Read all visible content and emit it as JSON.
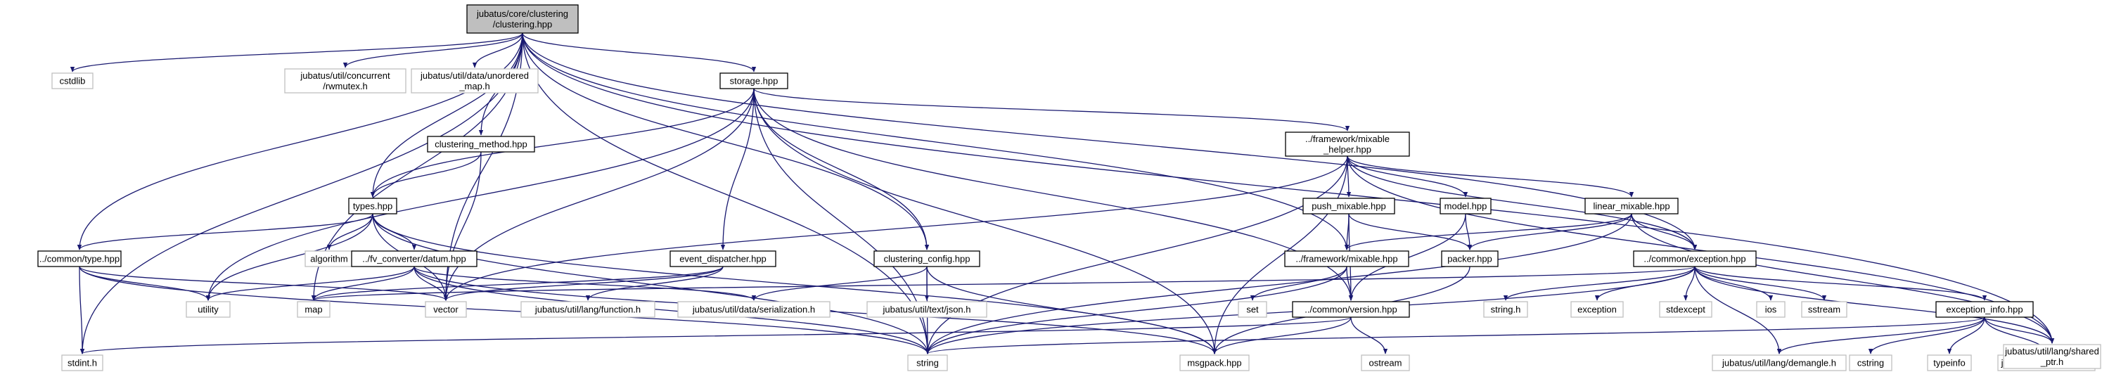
{
  "graph": {
    "colors": {
      "edge": "#191970",
      "root_fill": "#bfbfbf",
      "file_border": "#000000",
      "external_border": "#bfbfbf",
      "label": "#000000"
    },
    "nodes": [
      {
        "id": "root",
        "kind": "root",
        "lines": [
          "jubatus/core/clustering",
          "/clustering.hpp"
        ]
      },
      {
        "id": "cstdlib",
        "kind": "external",
        "lines": [
          "cstdlib"
        ]
      },
      {
        "id": "rwmutex",
        "kind": "external",
        "lines": [
          "jubatus/util/concurrent",
          "/rwmutex.h"
        ]
      },
      {
        "id": "unordered_map",
        "kind": "external",
        "lines": [
          "jubatus/util/data/unordered",
          "_map.h"
        ]
      },
      {
        "id": "storage",
        "kind": "file",
        "lines": [
          "storage.hpp"
        ]
      },
      {
        "id": "clustering_method",
        "kind": "file",
        "lines": [
          "clustering_method.hpp"
        ]
      },
      {
        "id": "types",
        "kind": "file",
        "lines": [
          "types.hpp"
        ]
      },
      {
        "id": "common_type",
        "kind": "file",
        "lines": [
          "../common/type.hpp"
        ]
      },
      {
        "id": "algorithm",
        "kind": "external",
        "lines": [
          "algorithm"
        ]
      },
      {
        "id": "datum",
        "kind": "file",
        "lines": [
          "../fv_converter/datum.hpp"
        ]
      },
      {
        "id": "event_dispatcher",
        "kind": "file",
        "lines": [
          "event_dispatcher.hpp"
        ]
      },
      {
        "id": "clustering_config",
        "kind": "file",
        "lines": [
          "clustering_config.hpp"
        ]
      },
      {
        "id": "mixable_helper",
        "kind": "file",
        "lines": [
          "../framework/mixable",
          "_helper.hpp"
        ]
      },
      {
        "id": "push_mixable",
        "kind": "file",
        "lines": [
          "push_mixable.hpp"
        ]
      },
      {
        "id": "model",
        "kind": "file",
        "lines": [
          "model.hpp"
        ]
      },
      {
        "id": "linear_mixable",
        "kind": "file",
        "lines": [
          "linear_mixable.hpp"
        ]
      },
      {
        "id": "framework_mixable",
        "kind": "file",
        "lines": [
          "../framework/mixable.hpp"
        ]
      },
      {
        "id": "packer",
        "kind": "file",
        "lines": [
          "packer.hpp"
        ]
      },
      {
        "id": "common_exception",
        "kind": "file",
        "lines": [
          "../common/exception.hpp"
        ]
      },
      {
        "id": "exception_info",
        "kind": "file",
        "lines": [
          "exception_info.hpp"
        ]
      },
      {
        "id": "common_version",
        "kind": "file",
        "lines": [
          "../common/version.hpp"
        ]
      },
      {
        "id": "utility",
        "kind": "external",
        "lines": [
          "utility"
        ]
      },
      {
        "id": "map",
        "kind": "external",
        "lines": [
          "map"
        ]
      },
      {
        "id": "vector",
        "kind": "external",
        "lines": [
          "vector"
        ]
      },
      {
        "id": "function",
        "kind": "external",
        "lines": [
          "jubatus/util/lang/function.h"
        ]
      },
      {
        "id": "serialization",
        "kind": "external",
        "lines": [
          "jubatus/util/data/serialization.h"
        ]
      },
      {
        "id": "json",
        "kind": "external",
        "lines": [
          "jubatus/util/text/json.h"
        ]
      },
      {
        "id": "set",
        "kind": "external",
        "lines": [
          "set"
        ]
      },
      {
        "id": "string_h",
        "kind": "external",
        "lines": [
          "string.h"
        ]
      },
      {
        "id": "exception",
        "kind": "external",
        "lines": [
          "exception"
        ]
      },
      {
        "id": "stdexcept",
        "kind": "external",
        "lines": [
          "stdexcept"
        ]
      },
      {
        "id": "ios",
        "kind": "external",
        "lines": [
          "ios"
        ]
      },
      {
        "id": "sstream",
        "kind": "external",
        "lines": [
          "sstream"
        ]
      },
      {
        "id": "stdint",
        "kind": "external",
        "lines": [
          "stdint.h"
        ]
      },
      {
        "id": "string",
        "kind": "external",
        "lines": [
          "string"
        ]
      },
      {
        "id": "msgpack",
        "kind": "external",
        "lines": [
          "msgpack.hpp"
        ]
      },
      {
        "id": "ostream",
        "kind": "external",
        "lines": [
          "ostream"
        ]
      },
      {
        "id": "demangle",
        "kind": "external",
        "lines": [
          "jubatus/util/lang/demangle.h"
        ]
      },
      {
        "id": "cstring",
        "kind": "external",
        "lines": [
          "cstring"
        ]
      },
      {
        "id": "typeinfo",
        "kind": "external",
        "lines": [
          "typeinfo"
        ]
      },
      {
        "id": "cast",
        "kind": "external",
        "lines": [
          "jubatus/util/lang/cast.h"
        ]
      },
      {
        "id": "shared_ptr",
        "kind": "external",
        "lines": [
          "jubatus/util/lang/shared",
          "_ptr.h"
        ]
      }
    ],
    "edges": [
      [
        "root",
        "cstdlib"
      ],
      [
        "root",
        "rwmutex"
      ],
      [
        "root",
        "unordered_map"
      ],
      [
        "root",
        "storage"
      ],
      [
        "root",
        "clustering_method"
      ],
      [
        "root",
        "types"
      ],
      [
        "root",
        "common_type"
      ],
      [
        "root",
        "map"
      ],
      [
        "root",
        "vector"
      ],
      [
        "root",
        "stdint"
      ],
      [
        "root",
        "string"
      ],
      [
        "root",
        "clustering_config"
      ],
      [
        "root",
        "framework_mixable"
      ],
      [
        "root",
        "common_exception"
      ],
      [
        "root",
        "shared_ptr"
      ],
      [
        "storage",
        "types"
      ],
      [
        "storage",
        "utility"
      ],
      [
        "storage",
        "vector"
      ],
      [
        "storage",
        "string"
      ],
      [
        "storage",
        "event_dispatcher"
      ],
      [
        "storage",
        "clustering_config"
      ],
      [
        "storage",
        "mixable_helper"
      ],
      [
        "storage",
        "common_version"
      ],
      [
        "storage",
        "msgpack"
      ],
      [
        "clustering_method",
        "types"
      ],
      [
        "clustering_method",
        "vector"
      ],
      [
        "types",
        "common_type"
      ],
      [
        "types",
        "algorithm"
      ],
      [
        "types",
        "datum"
      ],
      [
        "types",
        "utility"
      ],
      [
        "types",
        "vector"
      ],
      [
        "types",
        "string"
      ],
      [
        "types",
        "msgpack"
      ],
      [
        "common_type",
        "utility"
      ],
      [
        "common_type",
        "vector"
      ],
      [
        "common_type",
        "stdint"
      ],
      [
        "common_type",
        "string"
      ],
      [
        "datum",
        "utility"
      ],
      [
        "datum",
        "map"
      ],
      [
        "datum",
        "vector"
      ],
      [
        "datum",
        "string"
      ],
      [
        "datum",
        "serialization"
      ],
      [
        "datum",
        "msgpack"
      ],
      [
        "event_dispatcher",
        "map"
      ],
      [
        "event_dispatcher",
        "vector"
      ],
      [
        "event_dispatcher",
        "function"
      ],
      [
        "clustering_config",
        "string"
      ],
      [
        "clustering_config",
        "json"
      ],
      [
        "clustering_config",
        "serialization"
      ],
      [
        "clustering_config",
        "msgpack"
      ],
      [
        "mixable_helper",
        "vector"
      ],
      [
        "mixable_helper",
        "string"
      ],
      [
        "mixable_helper",
        "msgpack"
      ],
      [
        "mixable_helper",
        "push_mixable"
      ],
      [
        "mixable_helper",
        "model"
      ],
      [
        "mixable_helper",
        "linear_mixable"
      ],
      [
        "mixable_helper",
        "common_exception"
      ],
      [
        "mixable_helper",
        "shared_ptr"
      ],
      [
        "push_mixable",
        "framework_mixable"
      ],
      [
        "push_mixable",
        "common_version"
      ],
      [
        "push_mixable",
        "packer"
      ],
      [
        "model",
        "packer"
      ],
      [
        "model",
        "common_version"
      ],
      [
        "linear_mixable",
        "framework_mixable"
      ],
      [
        "linear_mixable",
        "common_exception"
      ],
      [
        "linear_mixable",
        "packer"
      ],
      [
        "linear_mixable",
        "shared_ptr"
      ],
      [
        "linear_mixable",
        "string"
      ],
      [
        "framework_mixable",
        "set"
      ],
      [
        "framework_mixable",
        "string"
      ],
      [
        "framework_mixable",
        "common_version"
      ],
      [
        "packer",
        "msgpack"
      ],
      [
        "common_exception",
        "map"
      ],
      [
        "common_exception",
        "string_h"
      ],
      [
        "common_exception",
        "exception"
      ],
      [
        "common_exception",
        "stdexcept"
      ],
      [
        "common_exception",
        "ios"
      ],
      [
        "common_exception",
        "sstream"
      ],
      [
        "common_exception",
        "string"
      ],
      [
        "common_exception",
        "demangle"
      ],
      [
        "common_exception",
        "exception_info"
      ],
      [
        "common_exception",
        "shared_ptr"
      ],
      [
        "exception_info",
        "string"
      ],
      [
        "exception_info",
        "demangle"
      ],
      [
        "exception_info",
        "cstring"
      ],
      [
        "exception_info",
        "typeinfo"
      ],
      [
        "exception_info",
        "cast"
      ],
      [
        "exception_info",
        "shared_ptr"
      ],
      [
        "common_version",
        "stdint"
      ],
      [
        "common_version",
        "ostream"
      ],
      [
        "common_version",
        "msgpack"
      ]
    ]
  }
}
